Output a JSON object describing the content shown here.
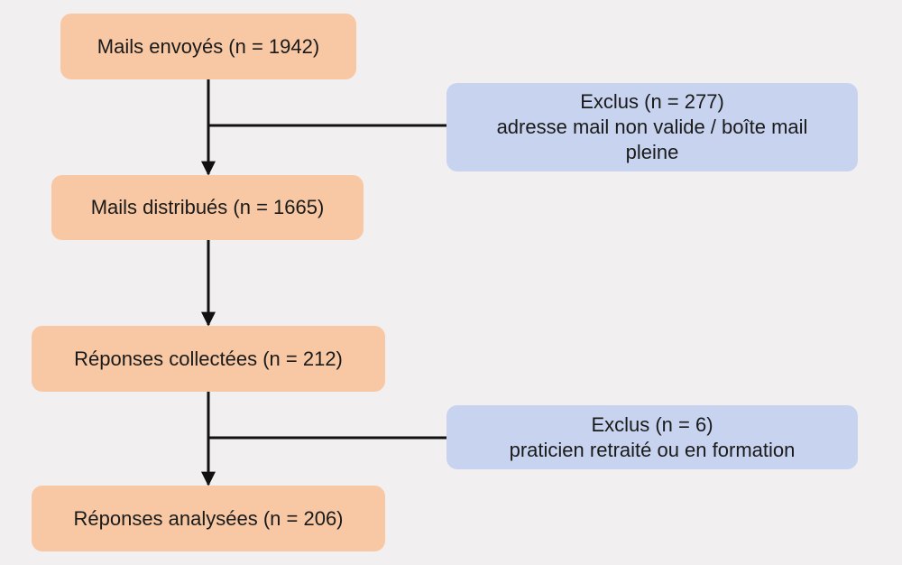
{
  "steps": [
    {
      "text": "Mails envoyés (n = 1942)"
    },
    {
      "text": "Mails distribués (n = 1665)"
    },
    {
      "text": "Réponses collectées (n = 212)"
    },
    {
      "text": "Réponses analysées (n = 206)"
    }
  ],
  "exclusions": [
    {
      "line1": "Exclus (n = 277)",
      "line2": "adresse mail non valide / boîte mail",
      "line3": "pleine"
    },
    {
      "line1": "Exclus (n = 6)",
      "line2": "praticien retraité ou en formation"
    }
  ],
  "colors": {
    "background": "#f1efef",
    "step_fill": "#f7c8a3",
    "exclusion_fill": "#c7d3ef",
    "line": "#111111"
  }
}
